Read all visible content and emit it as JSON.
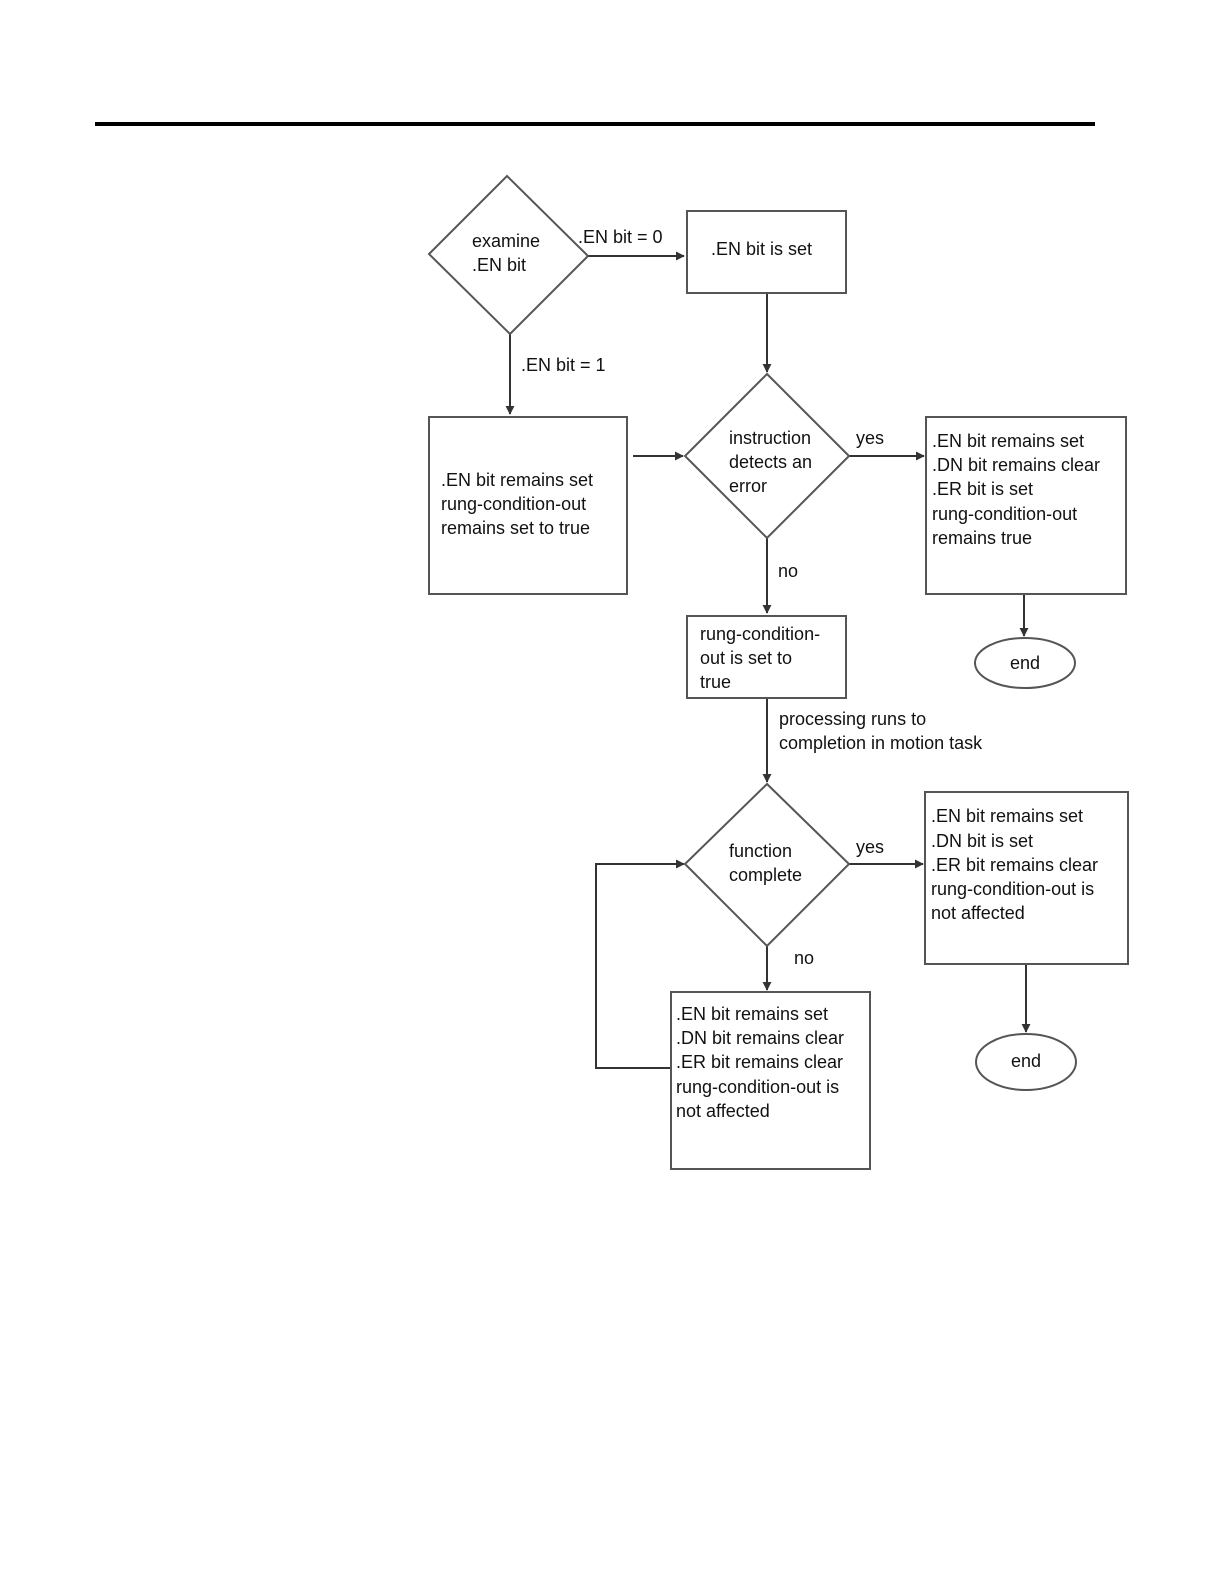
{
  "flowchart": {
    "nodes": {
      "examine": {
        "lines": [
          "examine",
          ".EN bit"
        ]
      },
      "en_set": {
        "lines": [
          ".EN bit is set"
        ]
      },
      "en_remains": {
        "lines": [
          ".EN bit remains set",
          "rung-condition-out",
          "remains set to true"
        ]
      },
      "detects_error": {
        "lines": [
          "instruction",
          "detects an",
          "error"
        ]
      },
      "error_state": {
        "lines": [
          ".EN bit remains set",
          ".DN bit remains clear",
          ".ER bit is set",
          "rung-condition-out",
          "remains true"
        ]
      },
      "end1": {
        "lines": [
          "end"
        ]
      },
      "rco_true": {
        "lines": [
          "rung-condition-",
          "out is set to",
          "true"
        ]
      },
      "function_complete": {
        "lines": [
          "function",
          "complete"
        ]
      },
      "done_state": {
        "lines": [
          ".EN bit remains set",
          ".DN bit is set",
          ".ER bit remains clear",
          "rung-condition-out is",
          "not affected"
        ]
      },
      "end2": {
        "lines": [
          "end"
        ]
      },
      "wait_state": {
        "lines": [
          ".EN bit remains set",
          ".DN bit remains clear",
          ".ER bit remains clear",
          "rung-condition-out is",
          "not affected"
        ]
      }
    },
    "edge_labels": {
      "en0": ".EN bit = 0",
      "en1": ".EN bit = 1",
      "yes1": "yes",
      "no1": "no",
      "processing_1": "processing runs to",
      "processing_2": "completion in motion task",
      "yes2": "yes",
      "no2": "no"
    }
  }
}
